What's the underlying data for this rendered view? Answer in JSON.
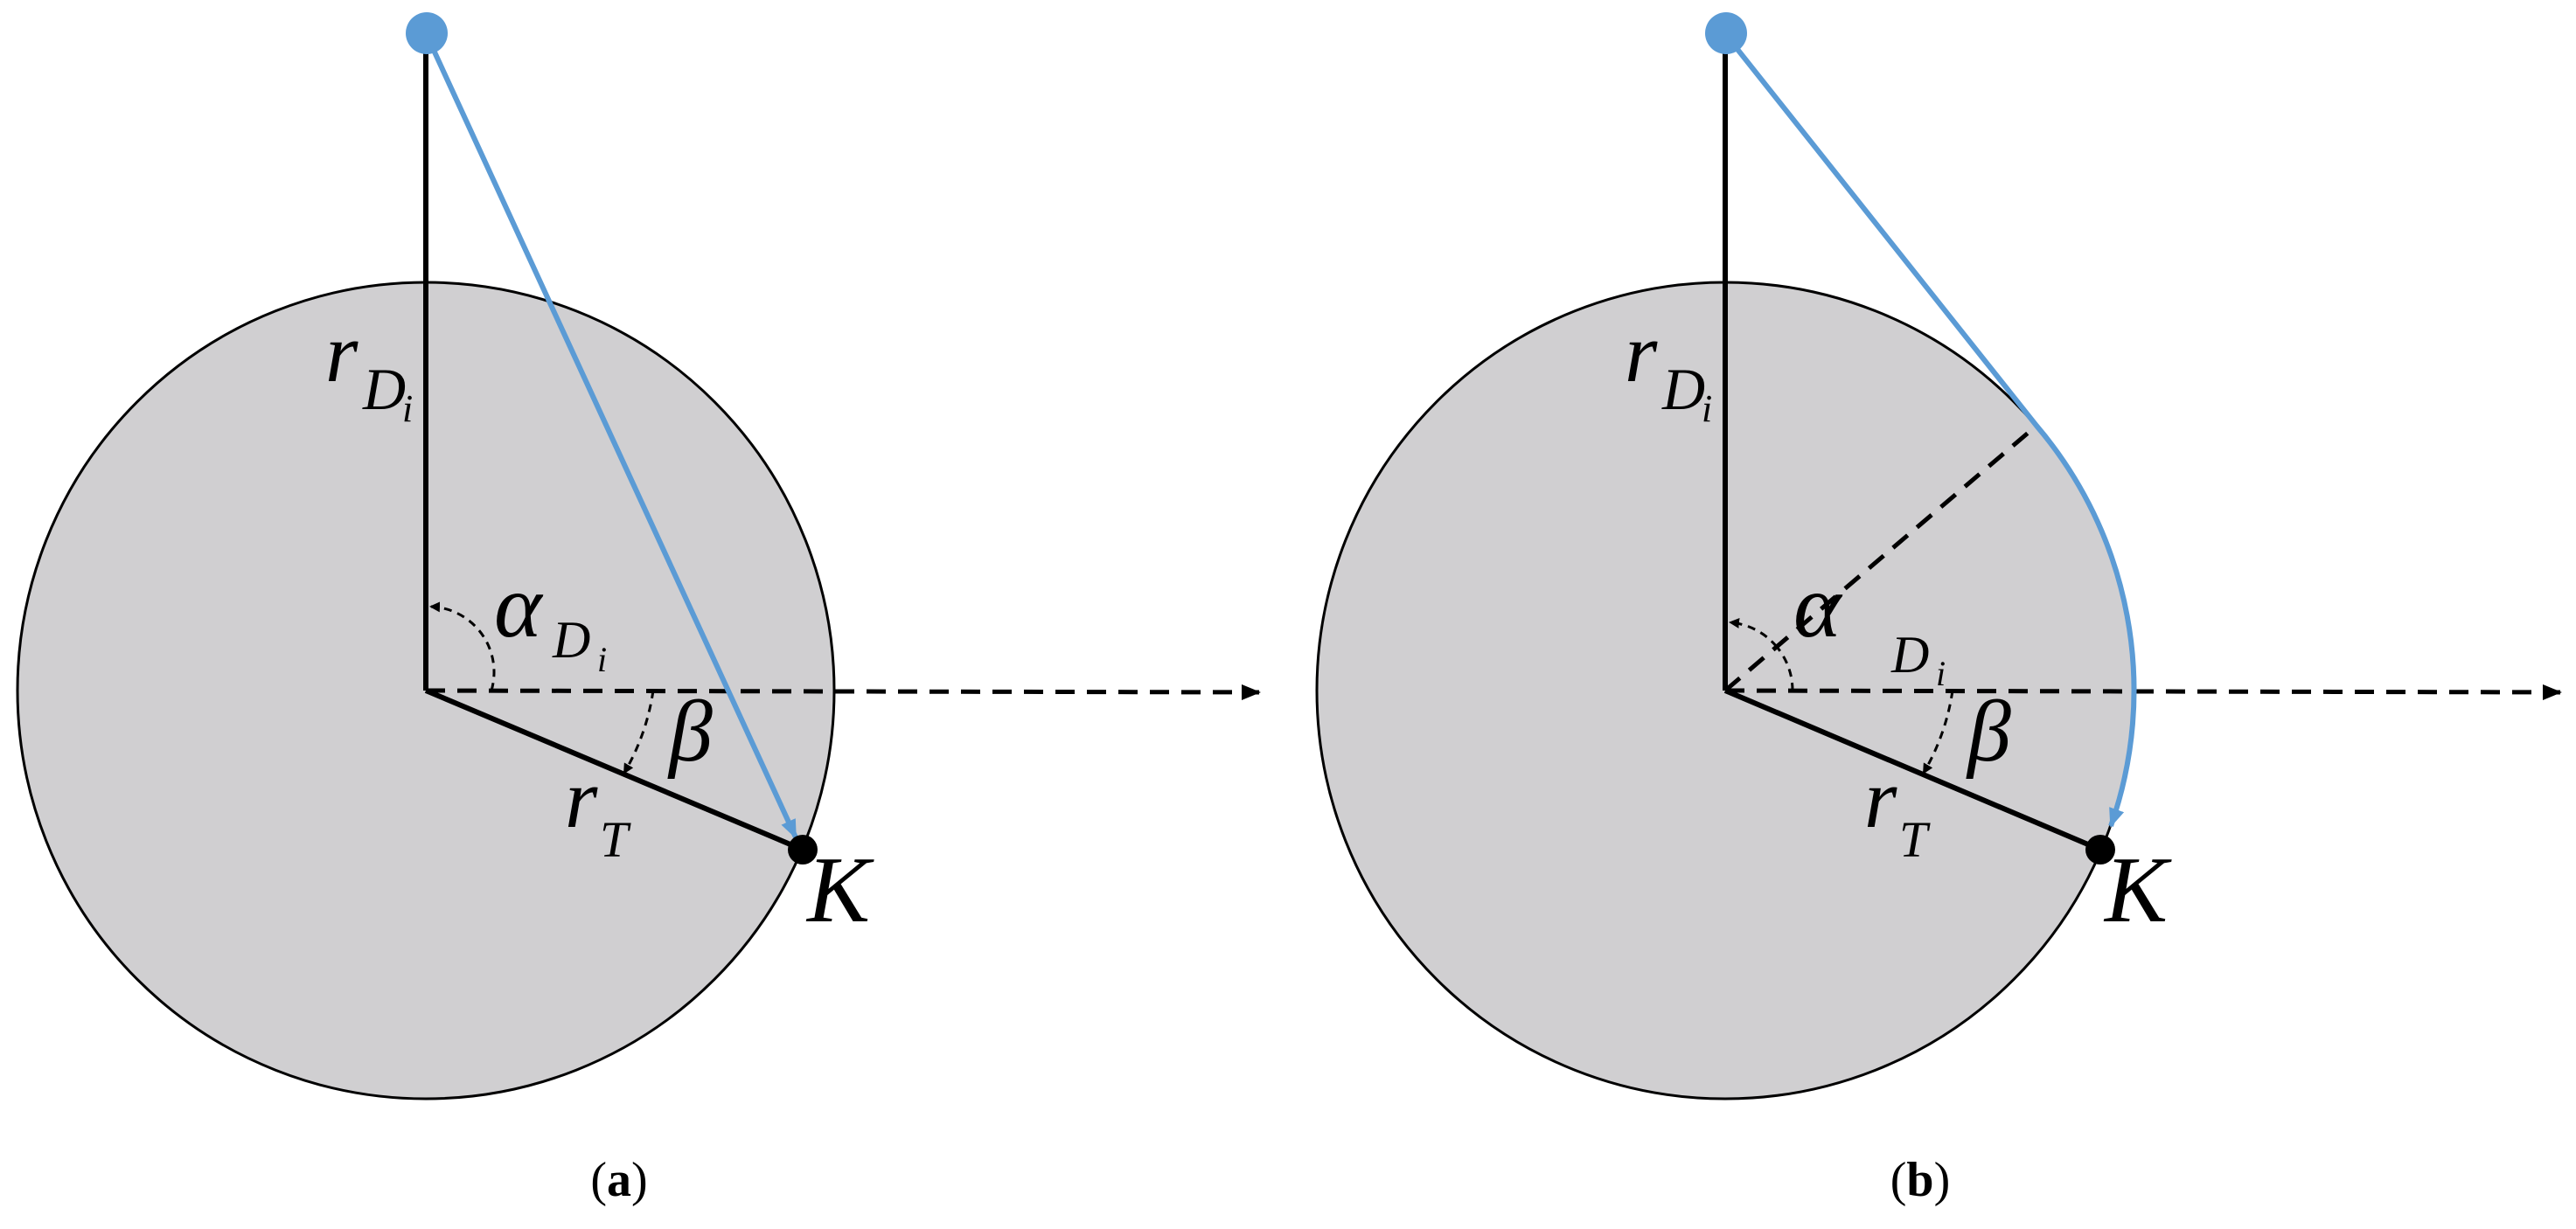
{
  "colors": {
    "disk_fill": "#d0cfd1",
    "stroke": "#000000",
    "path": "#5b9bd5"
  },
  "panels": [
    {
      "caption_open": "(",
      "caption_letter": "a",
      "caption_close": ")",
      "labels": {
        "r_symbol": "r",
        "r_sub_D": "D",
        "r_sub_i": "i",
        "alpha_symbol": "α",
        "alpha_sub_D": "D",
        "alpha_sub_i": "i",
        "beta_symbol": "β",
        "rt_symbol": "r",
        "rt_sub": "T",
        "point_label": "K"
      },
      "path_type": "straight-line"
    },
    {
      "caption_open": "(",
      "caption_letter": "b",
      "caption_close": ")",
      "labels": {
        "r_symbol": "r",
        "r_sub_D": "D",
        "r_sub_i": "i",
        "alpha_symbol": "α",
        "alpha_sub_D": "D",
        "alpha_sub_i": "i",
        "beta_symbol": "β",
        "rt_symbol": "r",
        "rt_sub": "T",
        "point_label": "K"
      },
      "path_type": "tangent-then-arc"
    }
  ]
}
